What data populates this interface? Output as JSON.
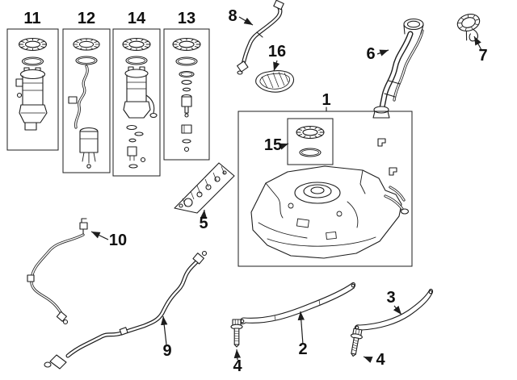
{
  "colors": {
    "background": "#ffffff",
    "line": "#1d1d1d",
    "label_text": "#101010"
  },
  "callouts": {
    "n1": "1",
    "n2": "2",
    "n3": "3",
    "n4": "4",
    "n4b": "4",
    "n5": "5",
    "n6": "6",
    "n7": "7",
    "n8": "8",
    "n9": "9",
    "n10": "10",
    "n11": "11",
    "n12": "12",
    "n13": "13",
    "n14": "14",
    "n15": "15",
    "n16": "16"
  }
}
